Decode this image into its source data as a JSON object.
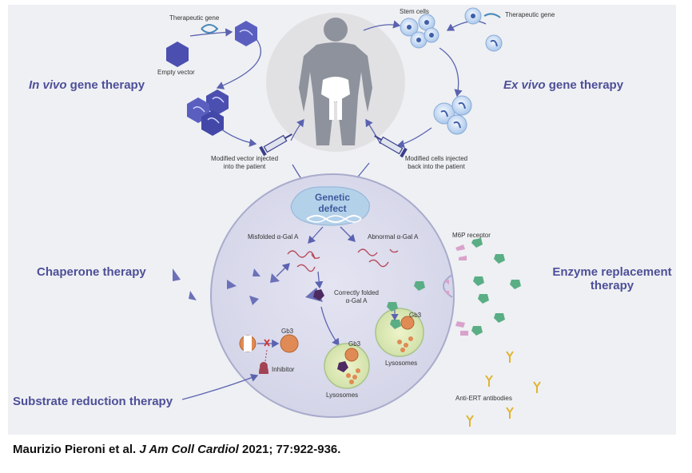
{
  "labels": {
    "in_vivo_italic": "In vivo",
    "in_vivo_rest": " gene therapy",
    "ex_vivo_italic": "Ex vivo",
    "ex_vivo_rest": " gene therapy",
    "chaperone": "Chaperone therapy",
    "substrate": "Substrate reduction therapy",
    "ert_line1": "Enzyme replacement",
    "ert_line2": "therapy",
    "therapeutic_gene_left": "Therapeutic gene",
    "therapeutic_gene_right": "Therapeutic gene",
    "empty_vector": "Empty vector",
    "stem_cells": "Stem cells",
    "vector_injected_1": "Modified vector injected",
    "vector_injected_2": "into the patient",
    "cells_injected_1": "Modified cells injected",
    "cells_injected_2": "back into the patient",
    "genetic_1": "Genetic",
    "genetic_2": "defect",
    "misfolded": "Misfolded α-Gal A",
    "abnormal": "Abnormal α-Gal A",
    "m6p": "M6P receptor",
    "correct_1": "Correctly folded",
    "correct_2": "α-Gal A",
    "gb3_left": "Gb3",
    "gb3_mid": "Gb3",
    "gb3_right": "Gb3",
    "inhibitor": "Inhibitor",
    "lysosomes_mid": "Lysosomes",
    "lysosomes_right": "Lysosomes",
    "anti_ert": "Anti-ERT antibodies"
  },
  "citation": {
    "authors": "Maurizio Pieroni et al. ",
    "journal": "J Am Coll Cardiol",
    "rest": " 2021; 77:922-936."
  },
  "colors": {
    "accent": "#4e4f98",
    "vector": "#4b4fb0",
    "enzyme": "#5aae85",
    "gb3": "#e08a55",
    "antibody": "#e0b430"
  }
}
